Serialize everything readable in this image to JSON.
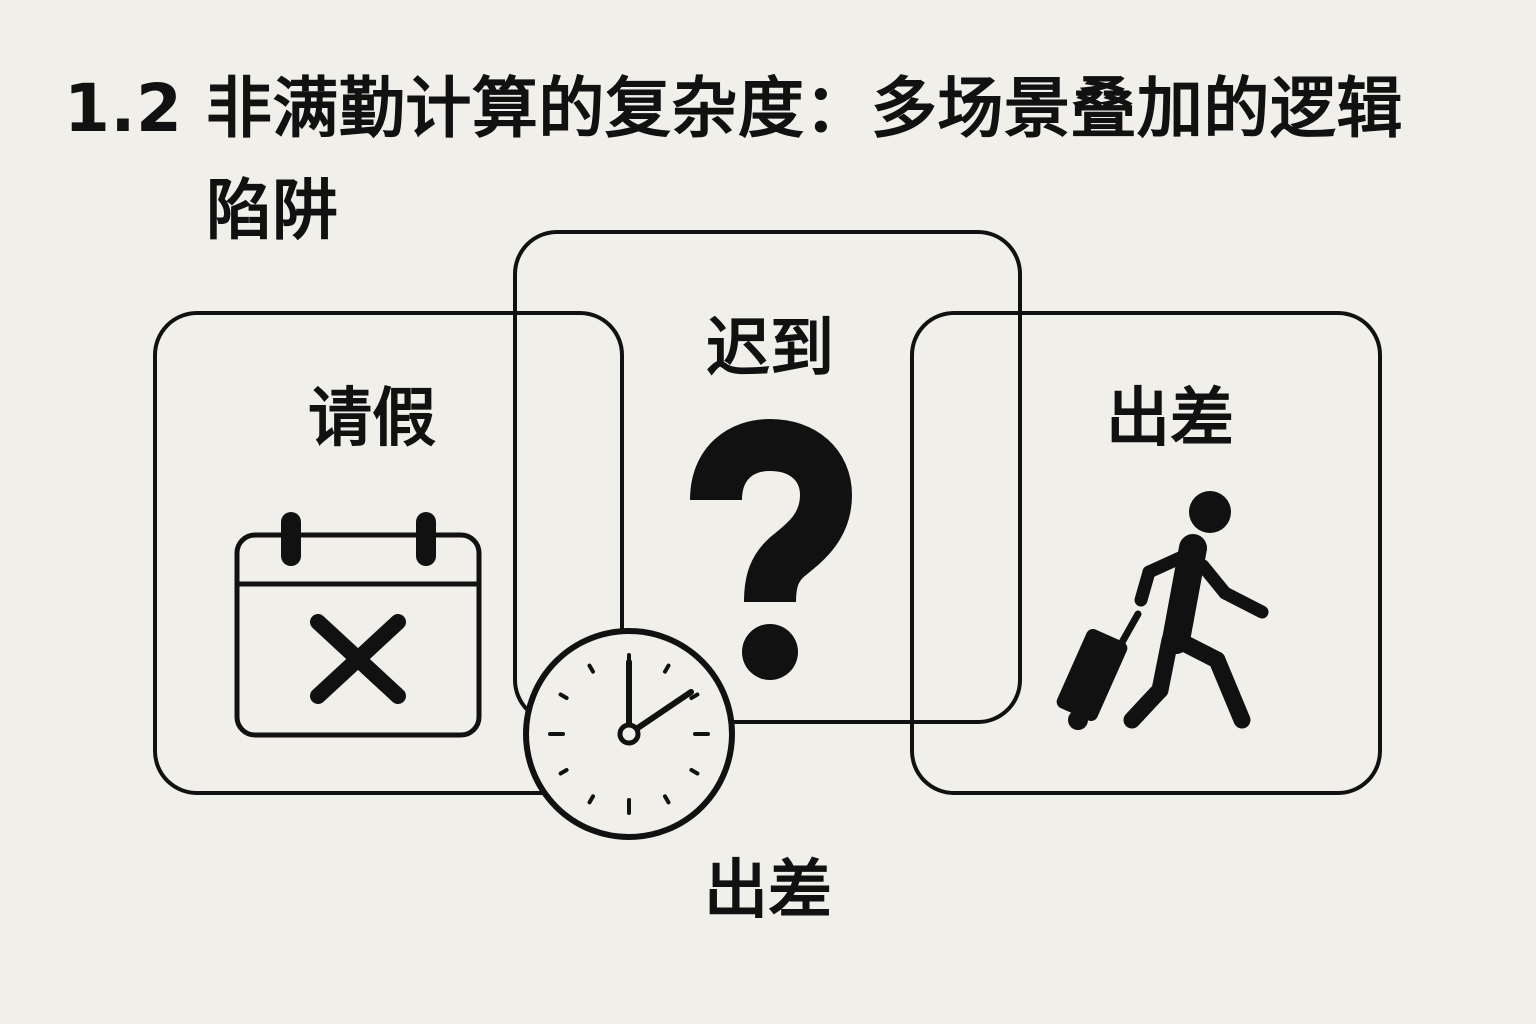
{
  "title": {
    "line1": "1.2 非满勤计算的复杂度：多场景叠加的逻辑",
    "line2": "陷阱"
  },
  "boxes": {
    "leave": {
      "label": "请假",
      "icon": "calendar-x-icon"
    },
    "late": {
      "label": "迟到",
      "icon": "question-mark-icon"
    },
    "business_trip": {
      "label": "出差",
      "icon": "traveler-with-luggage-icon"
    }
  },
  "overlap": {
    "icon": "clock-icon",
    "caption": "出差"
  },
  "colors": {
    "background": "#f1efea",
    "ink": "#111111"
  }
}
